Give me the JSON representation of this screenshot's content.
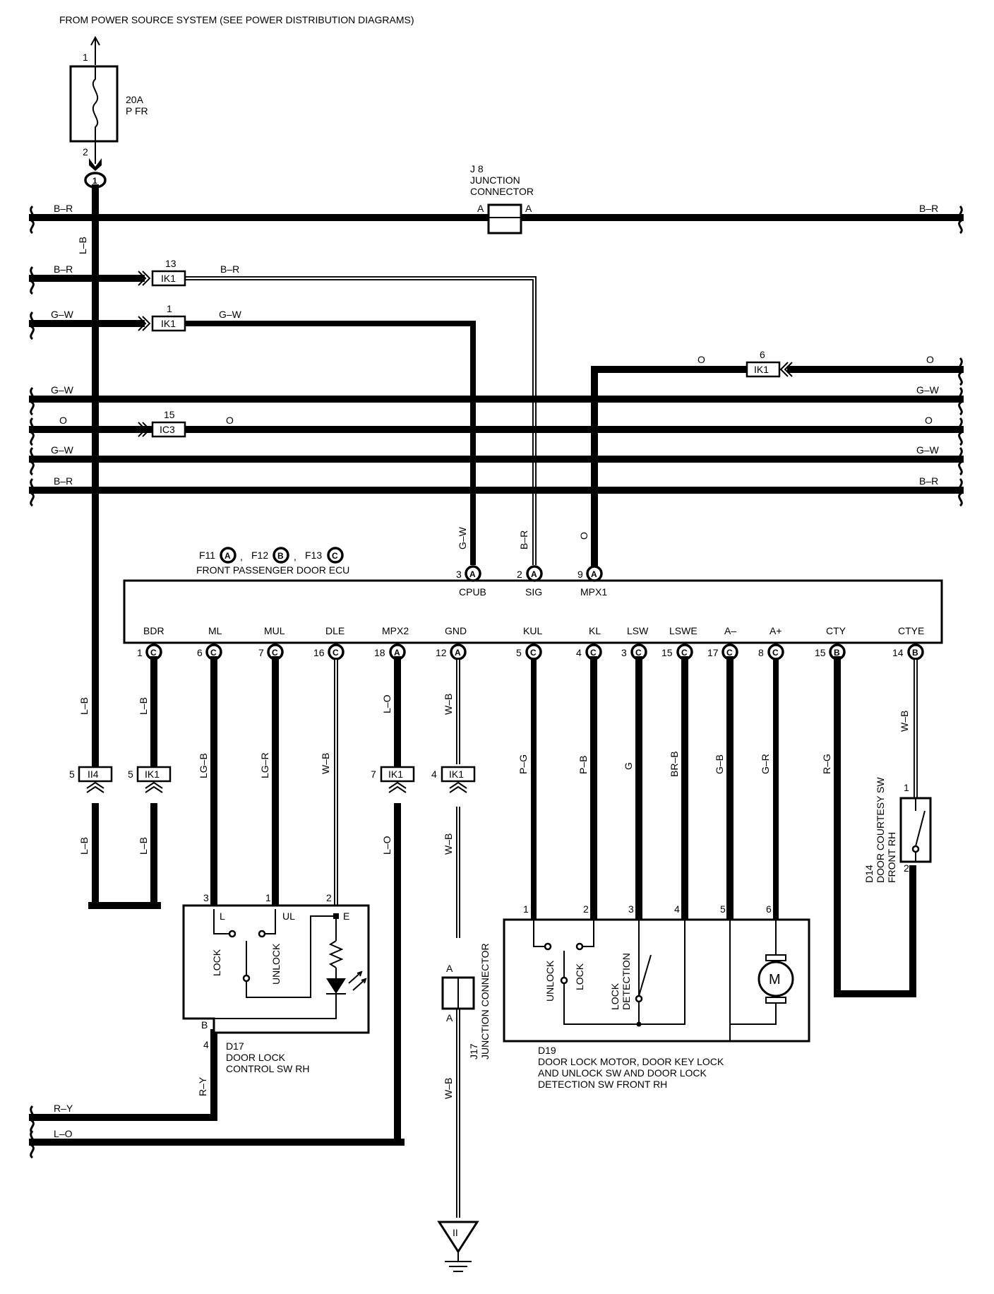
{
  "header": {
    "source_text": "FROM POWER SOURCE SYSTEM (SEE POWER DISTRIBUTION DIAGRAMS)"
  },
  "fuse": {
    "pin_top": "1",
    "pin_bottom": "2",
    "rating": "20A",
    "name": "P FR"
  },
  "junction_j8": {
    "id": "J 8",
    "line1": "JUNCTION",
    "line2": "CONNECTOR",
    "pin_left": "A",
    "pin_right": "A"
  },
  "splice_1": {
    "num": "1"
  },
  "wires": {
    "lb_vertical": "L–B",
    "br_main_left": "B–R",
    "br_main_right": "B–R",
    "br_ik1_left": "B–R",
    "br_ik1_right": "B–R",
    "gw_ik1_left": "G–W",
    "gw_ik1_right": "G–W",
    "o_ik1_left": "O",
    "o_ik1_right": "O",
    "gw_bus1_left": "G–W",
    "gw_bus1_right": "G–W",
    "o_bus_left": "O",
    "o_ic3_right": "O",
    "o_bus_right": "O",
    "gw_bus2_left": "G–W",
    "gw_bus2_right": "G–W",
    "br_bus_left": "B–R",
    "br_bus_right": "B–R",
    "cpub_wire": "G–W",
    "sig_wire": "B–R",
    "mpx1_wire": "O",
    "lb_upper_1": "L–B",
    "lb_upper_2": "L–B",
    "lb_lower_1": "L–B",
    "lb_lower_2": "L–B",
    "lg_b": "LG–B",
    "lg_r": "LG–R",
    "w_b_dle": "W–B",
    "lo_upper": "L–O",
    "lo_lower": "L–O",
    "wb_upper": "W–B",
    "wb_mid": "W–B",
    "wb_lower": "W–B",
    "p_g": "P–G",
    "p_b": "P–B",
    "g": "G",
    "br_b": "BR–B",
    "g_b": "G–B",
    "g_r": "G–R",
    "r_g": "R–G",
    "w_b_ctye": "W–B",
    "r_y": "R–Y",
    "r_y_bottom": "R–Y",
    "l_o_bottom": "L–O"
  },
  "inline_connectors": {
    "ik1_13": {
      "name": "IK1",
      "pin": "13"
    },
    "ik1_1": {
      "name": "IK1",
      "pin": "1"
    },
    "ik1_6": {
      "name": "IK1",
      "pin": "6"
    },
    "ic3_15": {
      "name": "IC3",
      "pin": "15"
    },
    "ii4_5": {
      "name": "II4",
      "pin": "5"
    },
    "ik1_5": {
      "name": "IK1",
      "pin": "5"
    },
    "ik1_7": {
      "name": "IK1",
      "pin": "7"
    },
    "ik1_4": {
      "name": "IK1",
      "pin": "4"
    }
  },
  "ecu": {
    "conn_f11": "F11",
    "conn_f11_letter": "A",
    "sep1": ",",
    "conn_f12": "F12",
    "conn_f12_letter": "B",
    "sep2": ",",
    "conn_f13": "F13",
    "conn_f13_letter": "C",
    "name": "FRONT PASSENGER DOOR ECU",
    "top_pins": [
      {
        "num": "3",
        "letter": "A",
        "label": "CPUB"
      },
      {
        "num": "2",
        "letter": "A",
        "label": "SIG"
      },
      {
        "num": "9",
        "letter": "A",
        "label": "MPX1"
      }
    ],
    "bottom_pins": [
      {
        "label": "BDR",
        "num": "1",
        "letter": "C"
      },
      {
        "label": "ML",
        "num": "6",
        "letter": "C"
      },
      {
        "label": "MUL",
        "num": "7",
        "letter": "C"
      },
      {
        "label": "DLE",
        "num": "16",
        "letter": "C"
      },
      {
        "label": "MPX2",
        "num": "18",
        "letter": "A"
      },
      {
        "label": "GND",
        "num": "12",
        "letter": "A"
      },
      {
        "label": "KUL",
        "num": "5",
        "letter": "C"
      },
      {
        "label": "KL",
        "num": "4",
        "letter": "C"
      },
      {
        "label": "LSW",
        "num": "3",
        "letter": "C"
      },
      {
        "label": "LSWE",
        "num": "15",
        "letter": "C"
      },
      {
        "label": "A–",
        "num": "17",
        "letter": "C"
      },
      {
        "label": "A+",
        "num": "8",
        "letter": "C"
      },
      {
        "label": "CTY",
        "num": "15",
        "letter": "B"
      },
      {
        "label": "CTYE",
        "num": "14",
        "letter": "B"
      }
    ]
  },
  "d17": {
    "pin3": "3",
    "pin1": "1",
    "pin2": "2",
    "pin4": "4",
    "term_l": "L",
    "term_ul": "UL",
    "term_e": "E",
    "term_b": "B",
    "lock": "LOCK",
    "unlock": "UNLOCK",
    "id": "D17",
    "line1": "DOOR LOCK",
    "line2": "CONTROL SW RH"
  },
  "j17": {
    "pin_top": "A",
    "pin_bottom": "A",
    "id": "J17",
    "name": "JUNCTION CONNECTOR"
  },
  "ground": {
    "label": "II"
  },
  "d19": {
    "pins": [
      "1",
      "2",
      "3",
      "4",
      "5",
      "6"
    ],
    "unlock": "UNLOCK",
    "lock": "LOCK",
    "lock_det1": "LOCK",
    "lock_det2": "DETECTION",
    "motor": "M",
    "id": "D19",
    "line1": "DOOR LOCK MOTOR,  DOOR KEY LOCK",
    "line2": "AND UNLOCK SW AND DOOR LOCK",
    "line3": "DETECTION SW FRONT RH"
  },
  "d14": {
    "pin1": "1",
    "pin2": "2",
    "id": "D14",
    "line1": "DOOR COURTESY SW",
    "line2": "FRONT RH"
  }
}
